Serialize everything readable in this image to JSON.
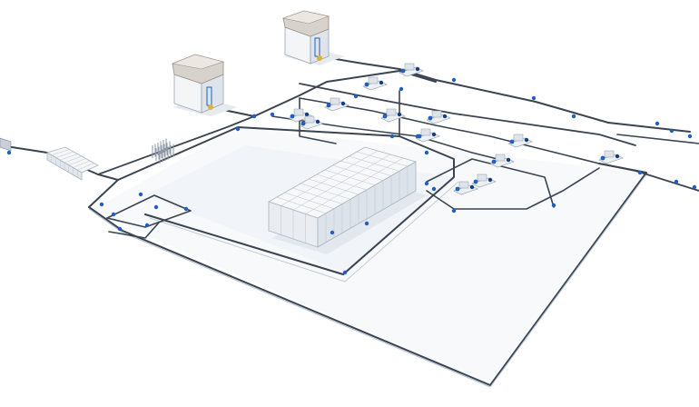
{
  "diagram": {
    "kind": "isometric piping / process layout rendering",
    "text_labels": [],
    "colors": {
      "background": "#ffffff",
      "pipe": "#3a4452",
      "pipe_highlight": "#8fa0b3",
      "valve": "#1f5fbf",
      "valve_dark": "#123e80",
      "tank_body": "#eef0f3",
      "tank_roof": "#d8d2cc",
      "rack": "#c9d0d8",
      "shadow": "#e9edf2"
    },
    "components": [
      {
        "id": "storage-tank-1",
        "type": "tank"
      },
      {
        "id": "storage-tank-2",
        "type": "tank"
      },
      {
        "id": "large-frame-rack",
        "type": "lattice-rack"
      },
      {
        "id": "left-frame-rack",
        "type": "lattice-rack"
      },
      {
        "id": "vertical-rod-cluster",
        "type": "rod-cluster"
      },
      {
        "id": "pump-skid-upper-row",
        "type": "equipment-group"
      },
      {
        "id": "pump-skid-right-row",
        "type": "equipment-group"
      },
      {
        "id": "valve-station-left",
        "type": "valve-station"
      },
      {
        "id": "valve-station-right",
        "type": "valve-station"
      }
    ]
  }
}
